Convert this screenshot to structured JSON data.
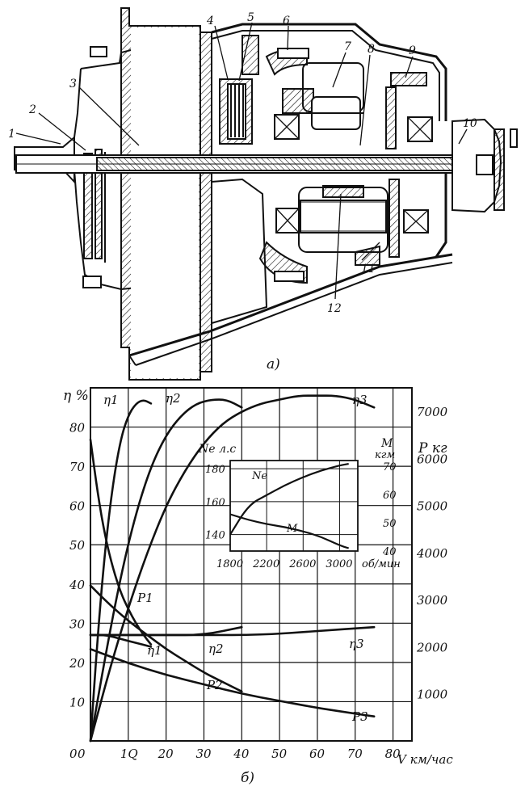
{
  "part_a": {
    "caption": "а)",
    "part_numbers": [
      "1",
      "2",
      "3",
      "4",
      "5",
      "6",
      "7",
      "8",
      "9",
      "10",
      "11",
      "12"
    ]
  },
  "part_b": {
    "caption": "б)",
    "left_axis_label": "η %",
    "right_axis_label": "P кг",
    "x_axis_label": "V км/час",
    "left_ticks": [
      "0",
      "10",
      "20",
      "30",
      "40",
      "50",
      "60",
      "70",
      "80"
    ],
    "right_ticks": [
      "1000",
      "2000",
      "3000",
      "4000",
      "5000",
      "6000",
      "7000"
    ],
    "x_ticks": [
      "1Q",
      "20",
      "30",
      "40",
      "50",
      "60",
      "70",
      "80"
    ],
    "curve_labels": {
      "eta1_top": "η1",
      "eta2_top": "η2",
      "eta3_top": "η3",
      "eta1_bottom": "η1",
      "eta2_bottom": "η2",
      "eta3_bottom": "η3",
      "p1": "P1",
      "p2": "P2",
      "p3": "P3"
    },
    "inset": {
      "left_axis_label": "Ne л.с",
      "right_axis_label_top": "M",
      "right_axis_label_bottom": "кгм",
      "x_axis_unit": "об/мин",
      "left_ticks": [
        "140",
        "160",
        "180"
      ],
      "right_ticks": [
        "40",
        "50",
        "60",
        "70"
      ],
      "x_ticks": [
        "1800",
        "2200",
        "2600",
        "3000"
      ],
      "ne_label": "Ne",
      "m_label": "M"
    }
  },
  "chart_data": [
    {
      "type": "line",
      "title": "",
      "xlabel": "V км/час",
      "ylabel": "η %",
      "y2label": "P кг",
      "xlim": [
        0,
        85
      ],
      "ylim": [
        0,
        90
      ],
      "y2lim": [
        0,
        7500
      ],
      "series": [
        {
          "name": "η1",
          "axis": "left",
          "x": [
            0,
            2,
            4,
            6,
            8,
            10,
            12,
            14,
            16
          ],
          "y": [
            0,
            28,
            50,
            66,
            77,
            83,
            86,
            87,
            86
          ]
        },
        {
          "name": "η2",
          "axis": "left",
          "x": [
            0,
            4,
            8,
            12,
            16,
            20,
            24,
            28,
            32,
            36,
            40
          ],
          "y": [
            0,
            22,
            42,
            58,
            70,
            78,
            83,
            86,
            87,
            87,
            85
          ]
        },
        {
          "name": "η3",
          "axis": "left",
          "x": [
            0,
            5,
            10,
            15,
            20,
            25,
            30,
            35,
            40,
            45,
            50,
            55,
            60,
            65,
            70,
            75
          ],
          "y": [
            0,
            18,
            34,
            48,
            60,
            69,
            76,
            81,
            84,
            86,
            87,
            88,
            88,
            88,
            87,
            85
          ]
        },
        {
          "name": "P1",
          "axis": "right",
          "x": [
            0,
            2,
            4,
            6,
            8,
            10,
            12,
            14,
            16
          ],
          "y": [
            6400,
            5200,
            4300,
            3650,
            3150,
            2800,
            2500,
            2250,
            2050
          ]
        },
        {
          "name": "P2",
          "axis": "right",
          "x": [
            0,
            5,
            10,
            15,
            20,
            25,
            30,
            35,
            40
          ],
          "y": [
            3300,
            2900,
            2550,
            2250,
            1950,
            1700,
            1450,
            1250,
            1050
          ]
        },
        {
          "name": "P3",
          "axis": "right",
          "x": [
            0,
            10,
            20,
            30,
            40,
            50,
            60,
            70,
            75
          ],
          "y": [
            1950,
            1650,
            1400,
            1200,
            1000,
            850,
            700,
            580,
            520
          ]
        },
        {
          "name": "η1",
          "axis": "left",
          "x": [
            0,
            4,
            8,
            12,
            16
          ],
          "y": [
            27,
            27,
            26,
            25,
            24
          ]
        },
        {
          "name": "η2",
          "axis": "left",
          "x": [
            0,
            10,
            20,
            30,
            40
          ],
          "y": [
            27,
            27,
            27,
            27,
            29
          ]
        },
        {
          "name": "η3",
          "axis": "left",
          "x": [
            0,
            15,
            30,
            45,
            60,
            75
          ],
          "y": [
            27,
            27,
            27,
            27,
            28,
            29
          ]
        }
      ]
    },
    {
      "type": "line",
      "title": "",
      "xlabel": "об/мин",
      "ylabel": "Ne л.с",
      "y2label": "M кгм",
      "xlim": [
        1800,
        3200
      ],
      "ylim": [
        130,
        185
      ],
      "y2lim": [
        40,
        72
      ],
      "series": [
        {
          "name": "Ne",
          "axis": "left",
          "x": [
            1800,
            2000,
            2200,
            2400,
            2600,
            2800,
            3000,
            3100
          ],
          "y": [
            140,
            158,
            164,
            170,
            175,
            179,
            182,
            183
          ]
        },
        {
          "name": "M",
          "axis": "right",
          "x": [
            1800,
            2000,
            2200,
            2400,
            2600,
            2800,
            3000,
            3100
          ],
          "y": [
            53,
            51,
            49.5,
            48.5,
            47,
            45,
            42,
            41
          ]
        }
      ]
    }
  ]
}
